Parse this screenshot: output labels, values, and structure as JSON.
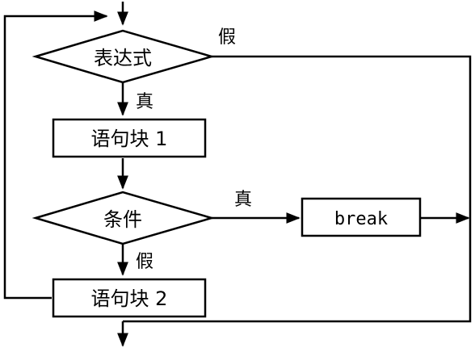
{
  "flowchart": {
    "condition_expression": "表达式",
    "block1": "语句块 1",
    "condition2": "条件",
    "break_box": "break",
    "block2": "语句块 2",
    "label_false_top": "假",
    "label_true_1": "真",
    "label_true_2": "真",
    "label_false_2": "假"
  }
}
